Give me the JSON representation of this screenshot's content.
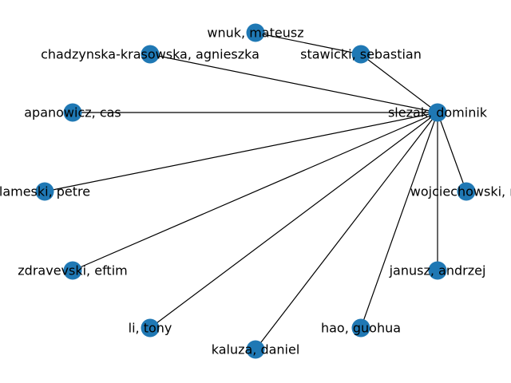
{
  "graph": {
    "node_color": "#1f78b4",
    "edge_color": "#000000",
    "nodes": [
      {
        "id": "slezak",
        "label": "slezak, dominik"
      },
      {
        "id": "wnuk",
        "label": "wnuk, mateusz"
      },
      {
        "id": "stawicki",
        "label": "stawicki, sebastian"
      },
      {
        "id": "chadzynska",
        "label": "chadzynska-krasowska, agnieszka"
      },
      {
        "id": "apanowicz",
        "label": "apanowicz, cas"
      },
      {
        "id": "lameski",
        "label": "lameski, petre"
      },
      {
        "id": "wojciechowski",
        "label": "wojciechowski, ro"
      },
      {
        "id": "zdravevski",
        "label": "zdravevski, eftim"
      },
      {
        "id": "janusz",
        "label": "janusz, andrzej"
      },
      {
        "id": "li",
        "label": "li, tony"
      },
      {
        "id": "hao",
        "label": "hao, guohua"
      },
      {
        "id": "kaluza",
        "label": "kaluza, daniel"
      }
    ],
    "edges": [
      [
        "wnuk",
        "stawicki"
      ],
      [
        "stawicki",
        "slezak"
      ],
      [
        "chadzynska",
        "slezak"
      ],
      [
        "apanowicz",
        "slezak"
      ],
      [
        "lameski",
        "slezak"
      ],
      [
        "wojciechowski",
        "slezak"
      ],
      [
        "zdravevski",
        "slezak"
      ],
      [
        "janusz",
        "slezak"
      ],
      [
        "li",
        "slezak"
      ],
      [
        "hao",
        "slezak"
      ],
      [
        "kaluza",
        "slezak"
      ]
    ]
  }
}
